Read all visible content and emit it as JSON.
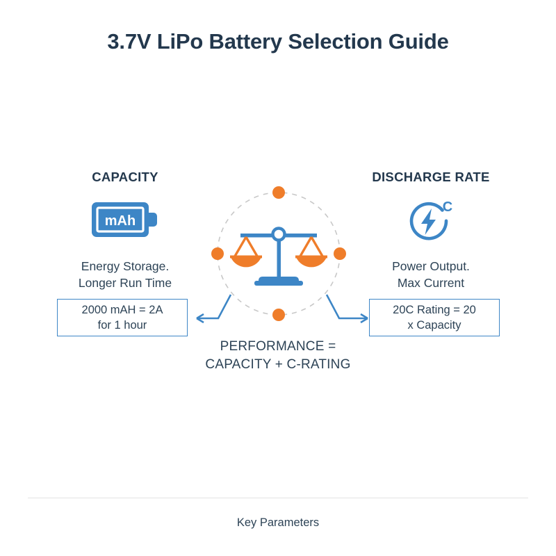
{
  "header": {
    "title": "3.7V LiPo Battery Selection Guide"
  },
  "colors": {
    "title_text": "#23384d",
    "body_text": "#2d4356",
    "accent_blue": "#3d86c6",
    "accent_orange": "#ef7d2a",
    "dashed_circle": "#c8c8c8",
    "background": "#ffffff",
    "divider": "#e2e2e2"
  },
  "left_column": {
    "heading": "CAPACITY",
    "icon": "battery-mah-icon",
    "icon_label": "mAh",
    "description_line1": "Energy Storage.",
    "description_line2": "Longer Run Time",
    "formula_line1": "2000 mAH = 2A",
    "formula_line2": "for 1 hour"
  },
  "right_column": {
    "heading": "DISCHARGE RATE",
    "icon": "c-rating-bolt-icon",
    "icon_label": "C",
    "description_line1": "Power Output.",
    "description_line2": "Max Current",
    "formula_line1": "20C Rating = 20",
    "formula_line2": "x Capacity"
  },
  "center": {
    "icon": "balance-scale-icon",
    "caption_line1": "PERFORMANCE =",
    "caption_line2": "CAPACITY + C-RATING",
    "orbit_dots": 4
  },
  "footer": {
    "label": "Key Parameters"
  }
}
